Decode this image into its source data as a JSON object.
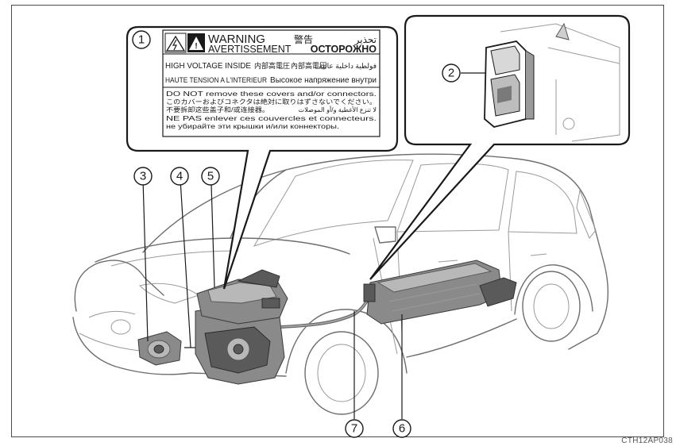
{
  "warning_label": {
    "title_en": "WARNING",
    "title_fr": "AVERTISSEMENT",
    "title_jp": "警告",
    "title_ar": "تحذير",
    "title_ru": "ОСТОРОЖНО",
    "hv_en": "HIGH VOLTAGE INSIDE",
    "hv_jp1": "内部高電圧",
    "hv_jp2": "內部高電压",
    "hv_ar": "فولطية داخلية عالية",
    "hv_fr": "HAUTE TENSION A L'INTERIEUR",
    "hv_ru": "Высокое напряжение внутри",
    "notice_en": "DO NOT remove these covers and/or connectors.",
    "notice_jp": "このカバーおよびコネクタは絶対に取りはずさないでください。",
    "notice_cn": "不要拆卸这些盖子和/或连接器。",
    "notice_ar": "لا تنزع الأغطية و/أو الموصلات",
    "notice_fr": "NE PAS enlever ces couvercles et connecteurs.",
    "notice_ru": "не убирайте эти крышки и/или коннекторы."
  },
  "callouts": [
    "1",
    "2",
    "3",
    "4",
    "5",
    "6",
    "7"
  ],
  "figure_code": "CTH12AP038",
  "colors": {
    "line": "#1a1a1a",
    "car_outline": "#6e6e6e",
    "component": "#8a8a8a"
  }
}
